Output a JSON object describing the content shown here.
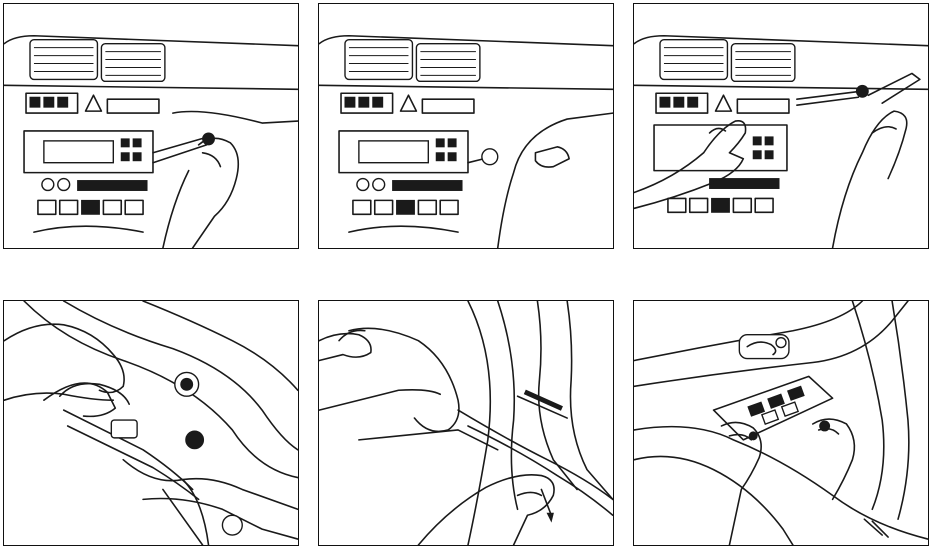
{
  "panels": [
    {
      "id": 1,
      "scene": "dashboard-radio-panel-tool-inserted"
    },
    {
      "id": 2,
      "scene": "dashboard-radio-panel-tool-levered"
    },
    {
      "id": 3,
      "scene": "dashboard-panel-pulled-out"
    },
    {
      "id": 4,
      "scene": "door-handle-trim-tool"
    },
    {
      "id": 5,
      "scene": "door-panel-edge-tool"
    },
    {
      "id": 6,
      "scene": "door-window-switch-panel-removal"
    }
  ]
}
